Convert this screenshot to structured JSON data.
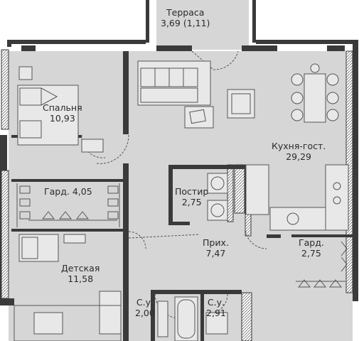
{
  "rooms": {
    "terrace": {
      "name": "Терраса",
      "area": "3,69",
      "area_note": "(1,11)"
    },
    "bedroom": {
      "name": "Спальня",
      "area": "10,93"
    },
    "kitchen_living": {
      "name": "Кухня-гост.",
      "area": "29,29"
    },
    "wardrobe_1": {
      "name": "Гард.",
      "area": "4,05"
    },
    "laundry": {
      "name": "Постир",
      "area": "2,75"
    },
    "hallway": {
      "name": "Прих.",
      "area": "7,47"
    },
    "wardrobe_2": {
      "name": "Гард.",
      "area": "2,75"
    },
    "kids_room": {
      "name": "Детская",
      "area": "11,58"
    },
    "bathroom_1": {
      "name": "С.у.",
      "area": "2,00"
    },
    "bathroom_2": {
      "name": "С.у.",
      "area": "2,91"
    }
  },
  "colors": {
    "floor": "#d6d6d6",
    "wall": "#3a3a3a",
    "furniture_fill": "#e8e8e8",
    "line": "#555555",
    "background": "#ffffff"
  }
}
